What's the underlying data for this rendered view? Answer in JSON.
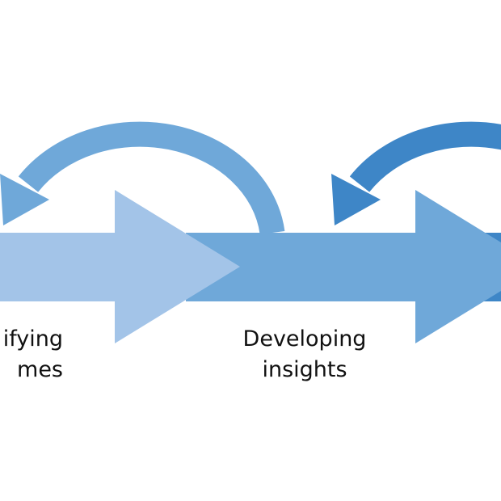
{
  "colors": {
    "stage1": "#a3c4e8",
    "stage2": "#6fa8d9",
    "stage3": "#3e86c7",
    "loop1": "#6fa8d9",
    "loop2": "#3e86c7",
    "text": "#111111"
  },
  "stages": [
    {
      "line1": "ifying",
      "line2": "mes"
    },
    {
      "line1": "Developing",
      "line2": "insights"
    }
  ]
}
